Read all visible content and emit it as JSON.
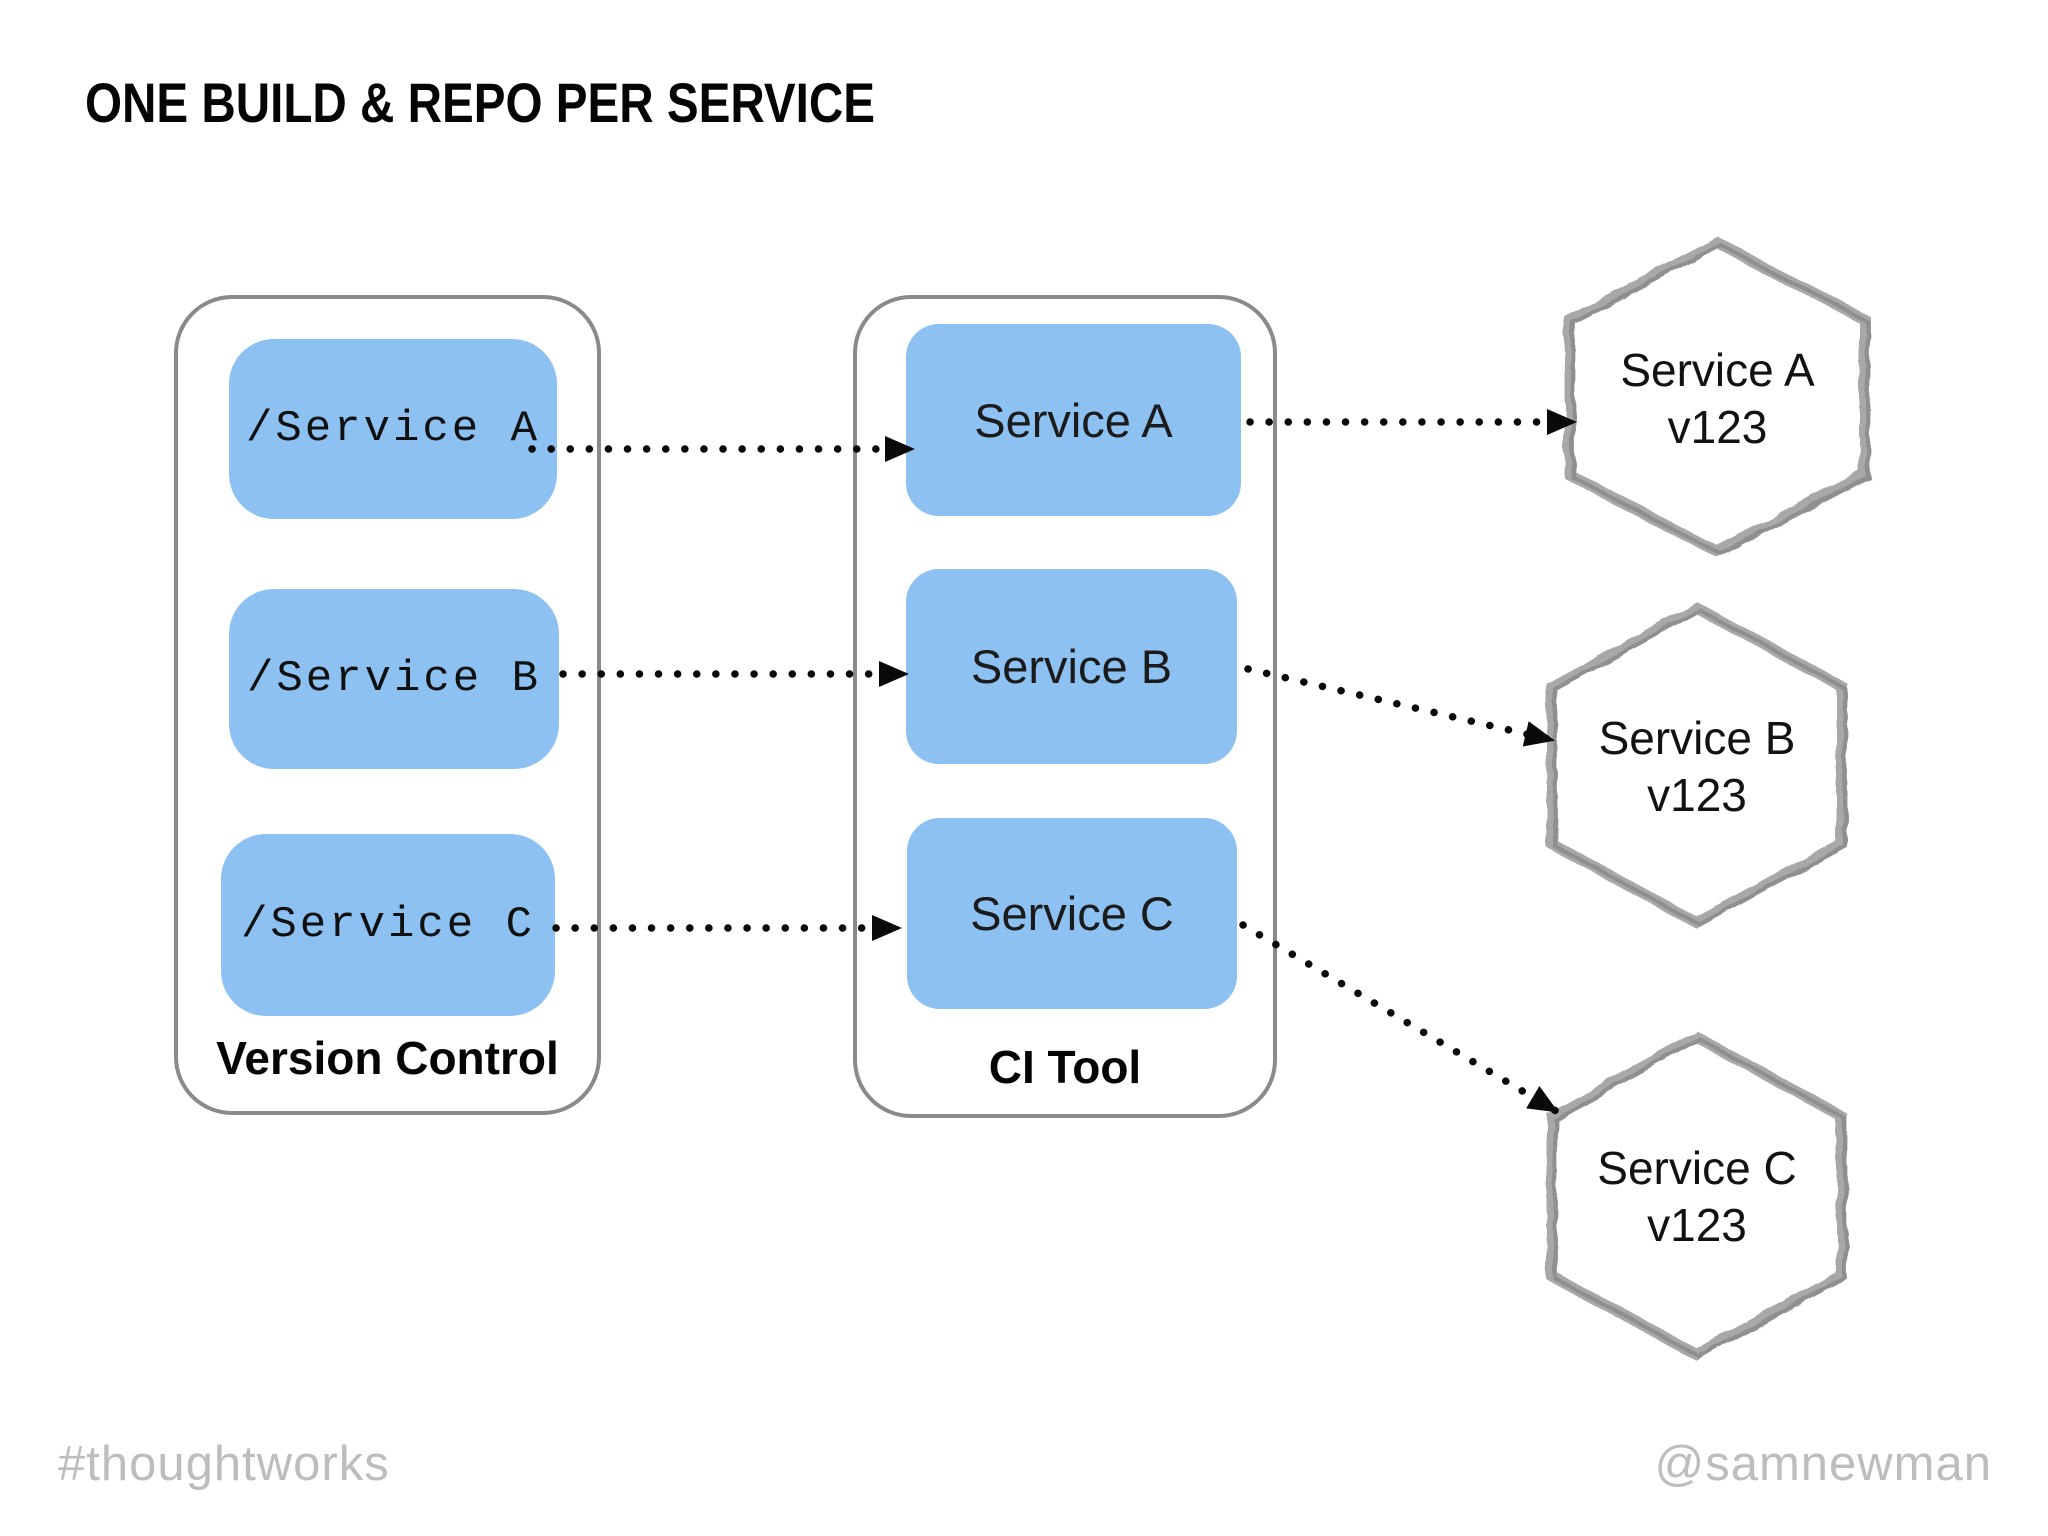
{
  "slide": {
    "title": "ONE BUILD & REPO PER SERVICE"
  },
  "version_control": {
    "label": "Version Control",
    "repos": [
      "/Service A",
      "/Service B",
      "/Service C"
    ]
  },
  "ci_tool": {
    "label": "CI Tool",
    "builds": [
      "Service A",
      "Service B",
      "Service C"
    ]
  },
  "artifacts": [
    {
      "name": "Service A",
      "version": "v123"
    },
    {
      "name": "Service B",
      "version": "v123"
    },
    {
      "name": "Service C",
      "version": "v123"
    }
  ],
  "connections": [
    {
      "from": "/Service A repo",
      "to": "Service A build",
      "style": "dotted-arrow"
    },
    {
      "from": "/Service B repo",
      "to": "Service B build",
      "style": "dotted-arrow"
    },
    {
      "from": "/Service C repo",
      "to": "Service C build",
      "style": "dotted-arrow"
    },
    {
      "from": "Service A build",
      "to": "Service A v123 artifact",
      "style": "dotted-arrow"
    },
    {
      "from": "Service B build",
      "to": "Service B v123 artifact",
      "style": "dotted-arrow"
    },
    {
      "from": "Service C build",
      "to": "Service C v123 artifact",
      "style": "dotted-arrow"
    }
  ],
  "footer": {
    "hashtag": "#thoughtworks",
    "handle": "@samnewman"
  },
  "colors": {
    "node_blue": "#8cc1f2",
    "container_border": "#8a8a8a",
    "hexagon_border": "#9a9a9a",
    "arrow_black": "#0a0a0a",
    "footer_gray": "#bdbdbd"
  }
}
